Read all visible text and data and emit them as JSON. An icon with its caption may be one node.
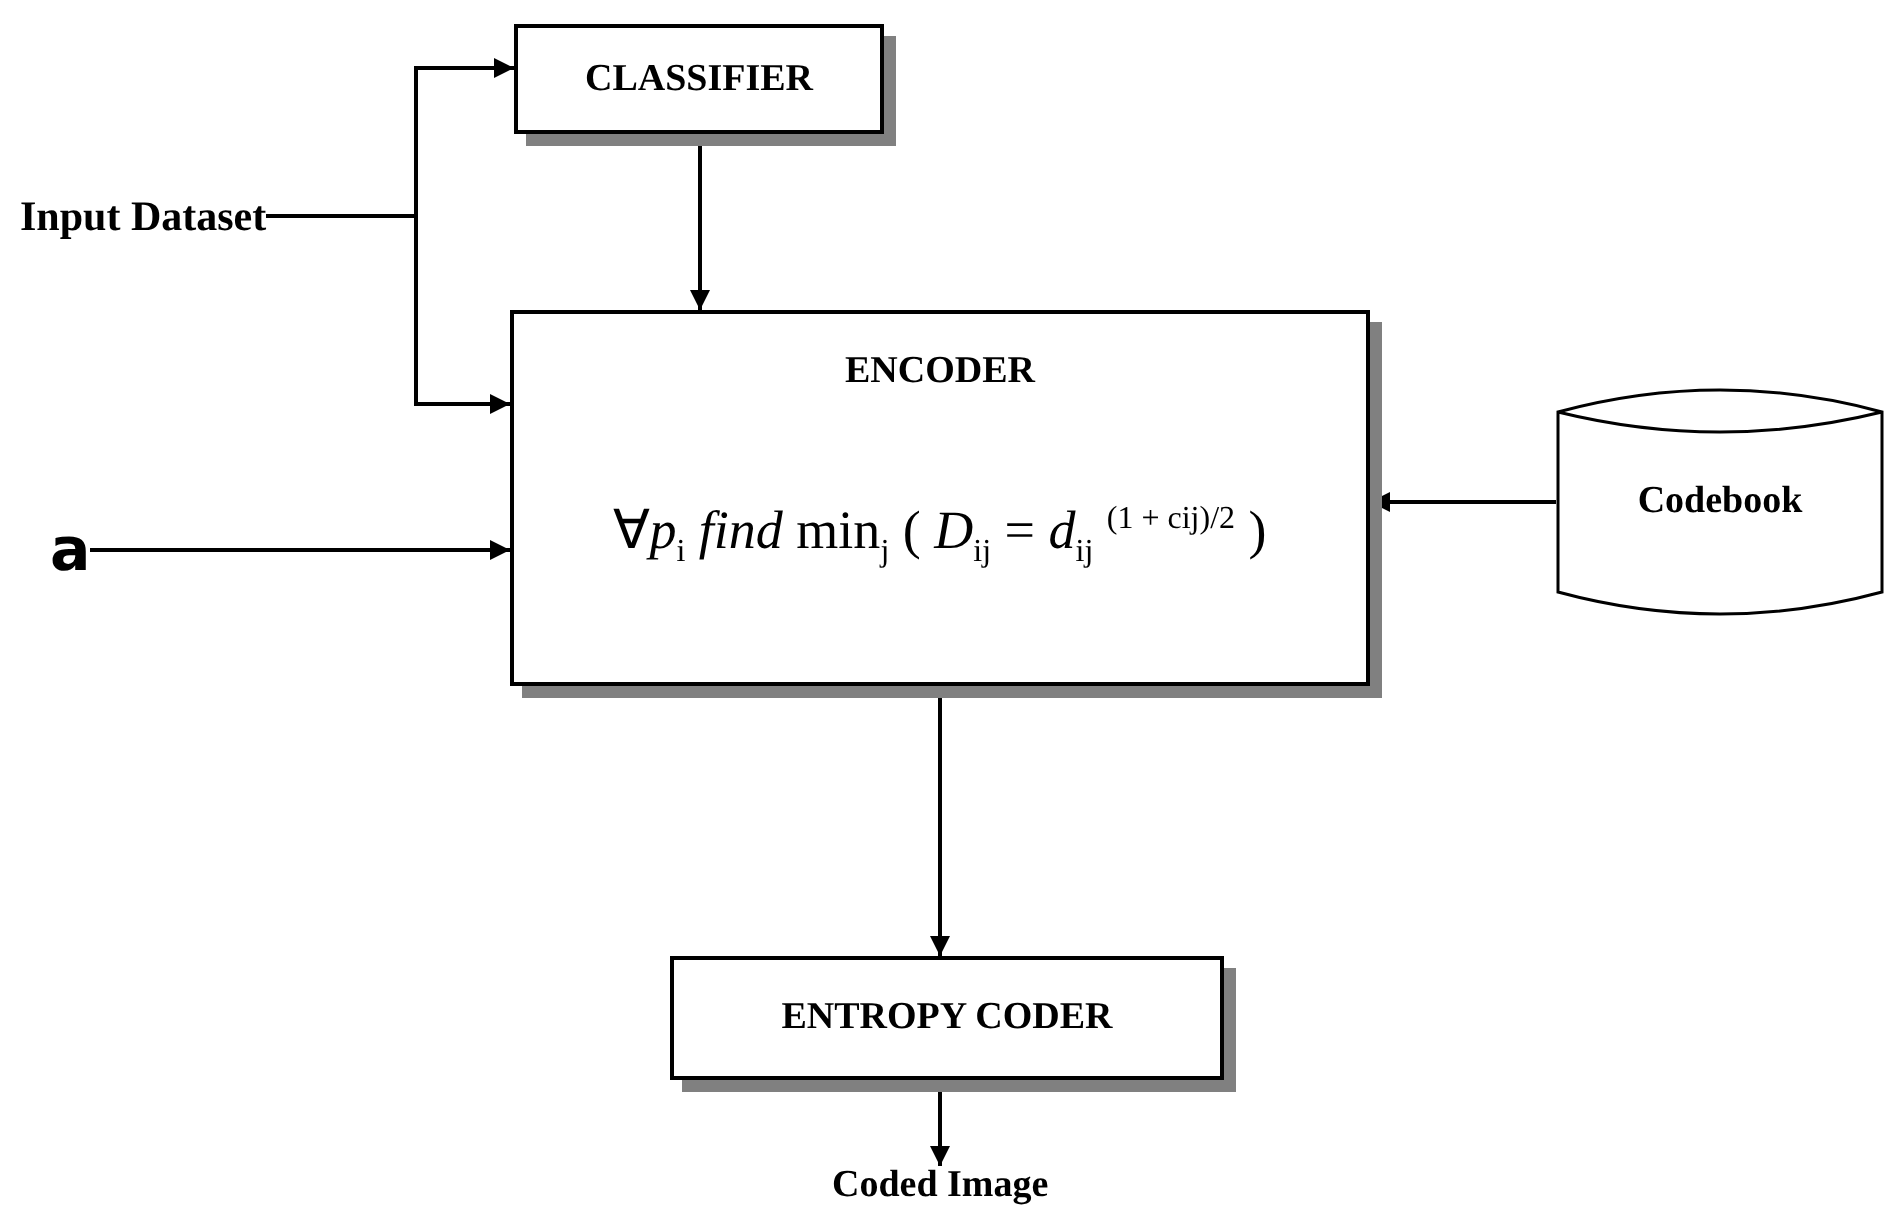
{
  "diagram": {
    "nodes": [
      {
        "text": [
          "CLASSIFIER"
        ]
      },
      {
        "text": [
          "Input Dataset"
        ]
      },
      {
        "text": [
          "ENCODER",
          "∀*p*$_{i}$ *find* min$_{j}$ ( *D*$_{ij}$ = *d*$_{ij}$ $^{(1 + cij)/2}$ )"
        ]
      },
      {
        "text": [
          "a"
        ]
      },
      {
        "text": [
          "Codebook"
        ]
      },
      {
        "text": [
          "ENTROPY CODER"
        ]
      },
      {
        "text": [
          "Coded Image"
        ]
      }
    ],
    "edges": [
      {
        "from": 1,
        "to": 0,
        "arrow": "to"
      },
      {
        "from": 1,
        "to": 2,
        "arrow": "to"
      },
      {
        "from": 0,
        "to": 2,
        "arrow": "to"
      },
      {
        "from": 3,
        "to": 2,
        "arrow": "to"
      },
      {
        "from": 4,
        "to": 2,
        "arrow": "to"
      },
      {
        "from": 2,
        "to": 5,
        "arrow": "to"
      },
      {
        "from": 5,
        "to": 6,
        "arrow": "to"
      }
    ]
  }
}
